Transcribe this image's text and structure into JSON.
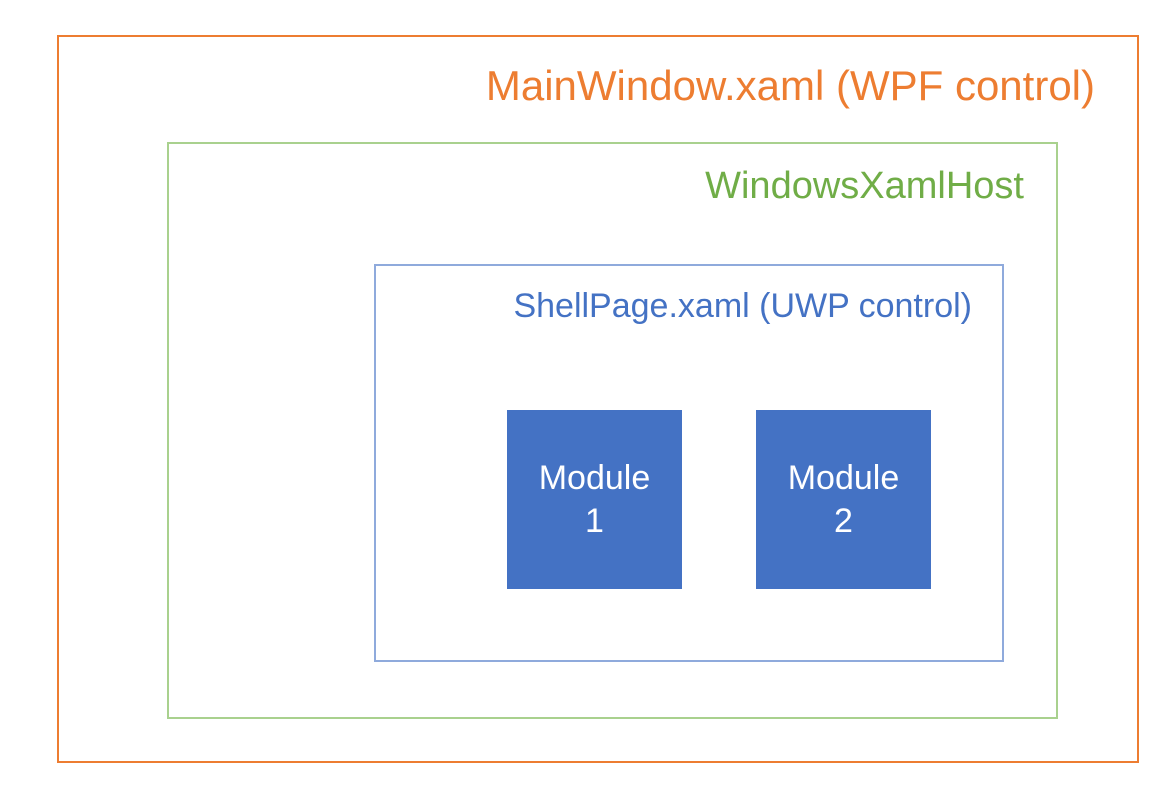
{
  "diagram": {
    "type": "nested-containment",
    "background": "#ffffff",
    "layers": [
      {
        "id": "wpf-window",
        "label": "MainWindow.xaml (WPF control)",
        "border_color": "#ED7D31",
        "text_color": "#ED7D31"
      },
      {
        "id": "windows-xaml-host",
        "label": "WindowsXamlHost",
        "border_color": "#A9D18E",
        "text_color": "#70AD47"
      },
      {
        "id": "uwp-shellpage",
        "label": "ShellPage.xaml (UWP control)",
        "border_color": "#8FAADC",
        "text_color": "#4472C4"
      }
    ],
    "modules": [
      {
        "id": "module-1",
        "name_line1": "Module",
        "name_line2": "1",
        "fill_color": "#4472C4",
        "text_color": "#FFFFFF"
      },
      {
        "id": "module-2",
        "name_line1": "Module",
        "name_line2": "2",
        "fill_color": "#4472C4",
        "text_color": "#FFFFFF"
      }
    ]
  }
}
